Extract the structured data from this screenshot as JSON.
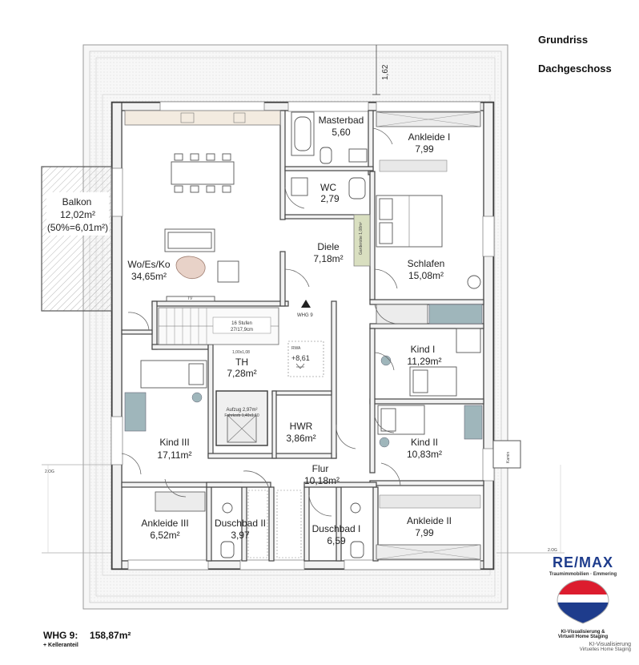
{
  "header": {
    "title": "Grundriss",
    "subtitle": "Dachgeschoss"
  },
  "dimension": {
    "overhang": "1,62"
  },
  "rooms": {
    "masterbad": {
      "name": "Masterbad",
      "area": "5,60"
    },
    "ankleide1": {
      "name": "Ankleide I",
      "area": "7,99"
    },
    "wc": {
      "name": "WC",
      "area": "2,79"
    },
    "balkon": {
      "name": "Balkon",
      "area": "12,02m²",
      "note": "(50%=6,01m²)"
    },
    "diele": {
      "name": "Diele",
      "area": "7,18m²"
    },
    "schlafen": {
      "name": "Schlafen",
      "area": "15,08m²"
    },
    "woesko": {
      "name": "Wo/Es/Ko",
      "area": "34,65m²"
    },
    "th": {
      "name": "TH",
      "area": "7,28m²"
    },
    "kind1": {
      "name": "Kind I",
      "area": "11,29m²"
    },
    "kind3": {
      "name": "Kind III",
      "area": "17,11m²"
    },
    "hwr": {
      "name": "HWR",
      "area": "3,86m²"
    },
    "kind2": {
      "name": "Kind II",
      "area": "10,83m²"
    },
    "flur": {
      "name": "Flur",
      "area": "10,18m²"
    },
    "ankleide3": {
      "name": "Ankleide III",
      "area": "6,52m²"
    },
    "duschbad2": {
      "name": "Duschbad II",
      "area": "3,97"
    },
    "duschbad1": {
      "name": "Duschbad I",
      "area": "6,59"
    },
    "ankleide2": {
      "name": "Ankleide II",
      "area": "7,99"
    }
  },
  "annotations": {
    "whg_tag": "WHG 9",
    "stairs": "16 Stufen",
    "stairs_dim": "27/17,9cm",
    "stairs_small": "1,00x1,08",
    "level": "+8,61",
    "level_label": "RWA",
    "aufzug": "Aufzug 2,97m²",
    "aufzug_dim": "Fahrkorb 1,40x1,10",
    "tv": "TV",
    "garderobe": "Garderobe 1,08m²",
    "kamin": "Kamin",
    "og_left": "2.OG",
    "og_right": "2.OG"
  },
  "footer": {
    "unit": "WHG 9:",
    "area": "158,87m²",
    "note": "+ Kelleranteil"
  },
  "logo": {
    "brand": "RE/MAX",
    "subline": "Traumimmobilien · Emmering",
    "line1": "KI-Visualisierung &",
    "line2": "Virtuell Home Staging",
    "line3": "KI-Visualisierung",
    "line4": "Virtuelles Home Staging"
  },
  "colors": {
    "wall": "#444444",
    "kitchen": "#f3ebe0",
    "accent_teal": "#9fb6bb",
    "garderobe": "#d9dfc0",
    "remax_red": "#dc1c2e",
    "remax_blue": "#1e3c8c"
  }
}
